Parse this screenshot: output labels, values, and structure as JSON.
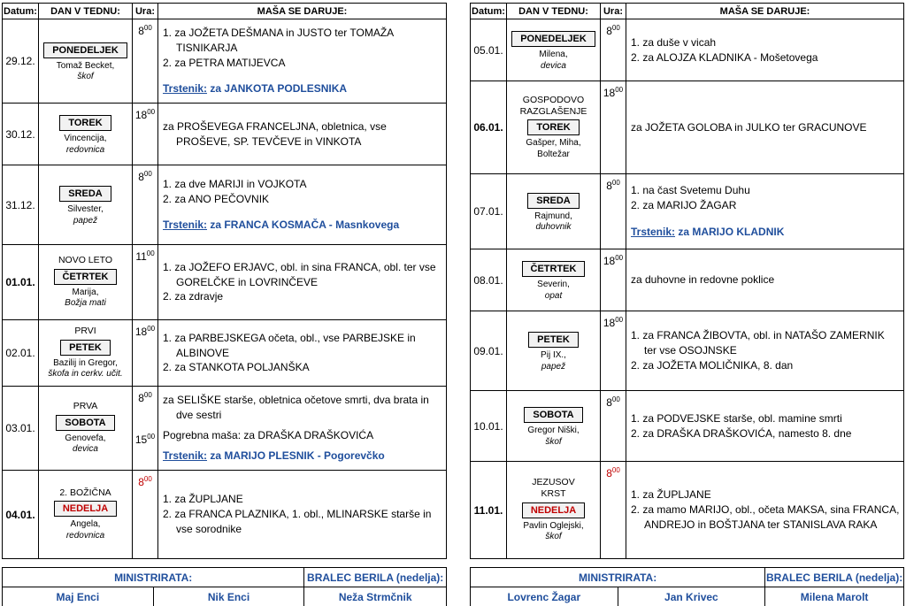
{
  "colors": {
    "blue": "#1F4E9C",
    "red": "#C00000",
    "day_box_bg": "#F2F2F2",
    "border": "#000000"
  },
  "header": {
    "datum": "Datum:",
    "dan": "DAN V TEDNU:",
    "ura": "Ura:",
    "masa": "MAŠA SE DARUJE:"
  },
  "tables": [
    {
      "rows": [
        {
          "datum": "29.12.",
          "datum_bold": false,
          "height": 95,
          "pre_lines": [],
          "day_box": "PONEDELJEK",
          "day_box_red": false,
          "sub_lines": [
            {
              "text": "Tomaž Becket,",
              "italic": false
            },
            {
              "text": "škof",
              "italic": true
            }
          ],
          "times": [
            {
              "hour": "8",
              "sup": "00",
              "red": false
            }
          ],
          "masa_lines": [
            {
              "type": "normal",
              "text": "1. za JOŽETA DEŠMANA in JUSTO ter TOMAŽA TISNIKARJA"
            },
            {
              "type": "normal",
              "text": "2. za PETRA MATIJEVCA"
            },
            {
              "type": "gap"
            },
            {
              "type": "trstenik",
              "prefix": "Trstenik:",
              "text": " za JANKOTA PODLESNIKA"
            }
          ]
        },
        {
          "datum": "30.12.",
          "datum_bold": false,
          "height": 70,
          "pre_lines": [],
          "day_box": "TOREK",
          "day_box_red": false,
          "sub_lines": [
            {
              "text": "Vincencija,",
              "italic": false
            },
            {
              "text": "redovnica",
              "italic": true
            }
          ],
          "times": [
            {
              "hour": "18",
              "sup": "00",
              "red": false
            }
          ],
          "masa_lines": [
            {
              "type": "normal",
              "text": "za PROŠEVEGA FRANCELJNA, obletnica, vse PROŠEVE, SP. TEVČEVE in VINKOTA"
            }
          ]
        },
        {
          "datum": "31.12.",
          "datum_bold": false,
          "height": 90,
          "pre_lines": [],
          "day_box": "SREDA",
          "day_box_red": false,
          "sub_lines": [
            {
              "text": "Silvester,",
              "italic": false
            },
            {
              "text": "papež",
              "italic": true
            }
          ],
          "times": [
            {
              "hour": "8",
              "sup": "00",
              "red": false
            }
          ],
          "masa_lines": [
            {
              "type": "normal",
              "text": "1. za dve MARIJI in VOJKOTA"
            },
            {
              "type": "normal",
              "text": "2. za ANO PEČOVNIK"
            },
            {
              "type": "gap"
            },
            {
              "type": "trstenik",
              "prefix": "Trstenik:",
              "text": " za FRANCA KOSMAČA - Masnkovega"
            }
          ]
        },
        {
          "datum": "01.01.",
          "datum_bold": true,
          "height": 85,
          "pre_lines": [
            "NOVO LETO"
          ],
          "day_box": "ČETRTEK",
          "day_box_red": false,
          "sub_lines": [
            {
              "text": "Marija,",
              "italic": false
            },
            {
              "text": "Božja mati",
              "italic": true
            }
          ],
          "times": [
            {
              "hour": "11",
              "sup": "00",
              "red": false
            }
          ],
          "masa_lines": [
            {
              "type": "normal",
              "text": "1. za JOŽEFO ERJAVC, obl. in sina FRANCA, obl. ter vse GORELČKE in LOVRINČEVE"
            },
            {
              "type": "normal",
              "text": "2. za zdravje"
            }
          ]
        },
        {
          "datum": "02.01.",
          "datum_bold": false,
          "height": 75,
          "pre_lines": [
            "PRVI"
          ],
          "day_box": "PETEK",
          "day_box_red": false,
          "sub_lines": [
            {
              "text": "Bazilij in Gregor,",
              "italic": false
            },
            {
              "text": "škofa in cerkv. učit.",
              "italic": true
            }
          ],
          "times": [
            {
              "hour": "18",
              "sup": "00",
              "red": false
            }
          ],
          "masa_lines": [
            {
              "type": "normal",
              "text": "1. za PARBEJSKEGA očeta, obl., vse PARBEJSKE in ALBINOVE"
            },
            {
              "type": "normal",
              "text": "2. za STANKOTA POLJANŠKA"
            }
          ]
        },
        {
          "datum": "03.01.",
          "datum_bold": false,
          "height": 95,
          "pre_lines": [
            "PRVA"
          ],
          "day_box": "SOBOTA",
          "day_box_red": false,
          "sub_lines": [
            {
              "text": "Genovefa,",
              "italic": false
            },
            {
              "text": "devica",
              "italic": true
            }
          ],
          "times": [
            {
              "hour": "8",
              "sup": "00",
              "red": false
            },
            {
              "hour": "15",
              "sup": "00",
              "red": false
            }
          ],
          "masa_lines": [
            {
              "type": "normal",
              "text": "za SELIŠKE starše, obletnica očetove smrti, dva brata in dve sestri"
            },
            {
              "type": "gap_sm"
            },
            {
              "type": "normal",
              "text": "Pogrebna maša: za DRAŠKA DRAŠKOVIĆA"
            },
            {
              "type": "gap_sm"
            },
            {
              "type": "trstenik",
              "prefix": "Trstenik:",
              "text": " za MARIJO PLESNIK - Pogorevčko"
            }
          ]
        },
        {
          "datum": "04.01.",
          "datum_bold": true,
          "height": 100,
          "pre_lines": [
            "2. BOŽIČNA"
          ],
          "day_box": "NEDELJA",
          "day_box_red": true,
          "sub_lines": [
            {
              "text": "Angela,",
              "italic": false
            },
            {
              "text": "redovnica",
              "italic": true
            }
          ],
          "times": [
            {
              "hour": "8",
              "sup": "00",
              "red": true
            }
          ],
          "masa_lines": [
            {
              "type": "normal",
              "text": "1. za ŽUPLJANE"
            },
            {
              "type": "normal",
              "text": "2. za FRANCA PLAZNIKA, 1. obl., MLINARSKE starše in vse sorodnike"
            }
          ]
        }
      ],
      "footer": {
        "ministrirata_label": "MINISTRIRATA:",
        "bralec_label": "BRALEC BERILA (nedelja):",
        "ministers": [
          "Maj Enci",
          "Nik Enci"
        ],
        "bralec": "Neža Strmčnik"
      }
    },
    {
      "rows": [
        {
          "datum": "05.01.",
          "datum_bold": false,
          "height": 70,
          "pre_lines": [],
          "day_box": "PONEDELJEK",
          "day_box_red": false,
          "sub_lines": [
            {
              "text": "Milena,",
              "italic": false
            },
            {
              "text": "devica",
              "italic": true
            }
          ],
          "times": [
            {
              "hour": "8",
              "sup": "00",
              "red": false
            }
          ],
          "masa_lines": [
            {
              "type": "normal",
              "text": "1. za duše v vicah"
            },
            {
              "type": "normal",
              "text": "2. za ALOJZA KLADNIKA - Mošetovega"
            }
          ]
        },
        {
          "datum": "06.01.",
          "datum_bold": true,
          "height": 105,
          "pre_lines": [
            "GOSPODOVO",
            "RAZGLAŠENJE"
          ],
          "day_box": "TOREK",
          "day_box_red": false,
          "sub_lines": [
            {
              "text": "Gašper, Miha,",
              "italic": false
            },
            {
              "text": "Boltežar",
              "italic": false
            }
          ],
          "times": [
            {
              "hour": "18",
              "sup": "00",
              "red": false
            }
          ],
          "masa_lines": [
            {
              "type": "normal",
              "text": "za JOŽETA GOLOBA in JULKO ter GRACUNOVE"
            }
          ]
        },
        {
          "datum": "07.01.",
          "datum_bold": false,
          "height": 85,
          "pre_lines": [],
          "day_box": "SREDA",
          "day_box_red": false,
          "sub_lines": [
            {
              "text": "Rajmund,",
              "italic": false
            },
            {
              "text": "duhovnik",
              "italic": true
            }
          ],
          "times": [
            {
              "hour": "8",
              "sup": "00",
              "red": false
            }
          ],
          "masa_lines": [
            {
              "type": "normal",
              "text": "1. na čast Svetemu Duhu"
            },
            {
              "type": "normal",
              "text": "2. za MARIJO ŽAGAR"
            },
            {
              "type": "gap"
            },
            {
              "type": "trstenik",
              "prefix": "Trstenik:",
              "text": " za MARIJO KLADNIK"
            }
          ]
        },
        {
          "datum": "08.01.",
          "datum_bold": false,
          "height": 70,
          "pre_lines": [],
          "day_box": "ČETRTEK",
          "day_box_red": false,
          "sub_lines": [
            {
              "text": "Severin,",
              "italic": false
            },
            {
              "text": "opat",
              "italic": true
            }
          ],
          "times": [
            {
              "hour": "18",
              "sup": "00",
              "red": false
            }
          ],
          "masa_lines": [
            {
              "type": "normal",
              "text": "za duhovne in redovne poklice"
            }
          ]
        },
        {
          "datum": "09.01.",
          "datum_bold": false,
          "height": 90,
          "pre_lines": [],
          "day_box": "PETEK",
          "day_box_red": false,
          "sub_lines": [
            {
              "text": "Pij IX.,",
              "italic": false
            },
            {
              "text": "papež",
              "italic": true
            }
          ],
          "times": [
            {
              "hour": "18",
              "sup": "00",
              "red": false
            }
          ],
          "masa_lines": [
            {
              "type": "normal",
              "text": "1. za FRANCA ŽIBOVTA, obl. in NATAŠO ZAMERNIK ter vse OSOJNSKE"
            },
            {
              "type": "normal",
              "text": "2. za JOŽETA MOLIČNIKA, 8. dan"
            }
          ]
        },
        {
          "datum": "10.01.",
          "datum_bold": false,
          "height": 80,
          "pre_lines": [],
          "day_box": "SOBOTA",
          "day_box_red": false,
          "sub_lines": [
            {
              "text": "Gregor Niški,",
              "italic": false
            },
            {
              "text": "škof",
              "italic": true
            }
          ],
          "times": [
            {
              "hour": "8",
              "sup": "00",
              "red": false
            }
          ],
          "masa_lines": [
            {
              "type": "normal",
              "text": "1. za PODVEJSKE starše, obl. mamine smrti"
            },
            {
              "type": "normal",
              "text": "2. za DRAŠKA DRAŠKOVIĆA, namesto 8. dne"
            }
          ]
        },
        {
          "datum": "11.01.",
          "datum_bold": true,
          "height": 110,
          "pre_lines": [
            "JEZUSOV",
            "KRST"
          ],
          "day_box": "NEDELJA",
          "day_box_red": true,
          "sub_lines": [
            {
              "text": "Pavlin Oglejski,",
              "italic": false
            },
            {
              "text": "škof",
              "italic": true
            }
          ],
          "times": [
            {
              "hour": "8",
              "sup": "00",
              "red": true
            }
          ],
          "masa_lines": [
            {
              "type": "normal",
              "text": "1. za ŽUPLJANE"
            },
            {
              "type": "normal",
              "text": "2. za mamo MARIJO, obl., očeta MAKSA, sina FRANCA, ANDREJO in BOŠTJANA ter STANISLAVA RAKA"
            }
          ]
        }
      ],
      "footer": {
        "ministrirata_label": "MINISTRIRATA:",
        "bralec_label": "BRALEC BERILA (nedelja):",
        "ministers": [
          "Lovrenc Žagar",
          "Jan Krivec"
        ],
        "bralec": "Milena Marolt"
      }
    }
  ]
}
